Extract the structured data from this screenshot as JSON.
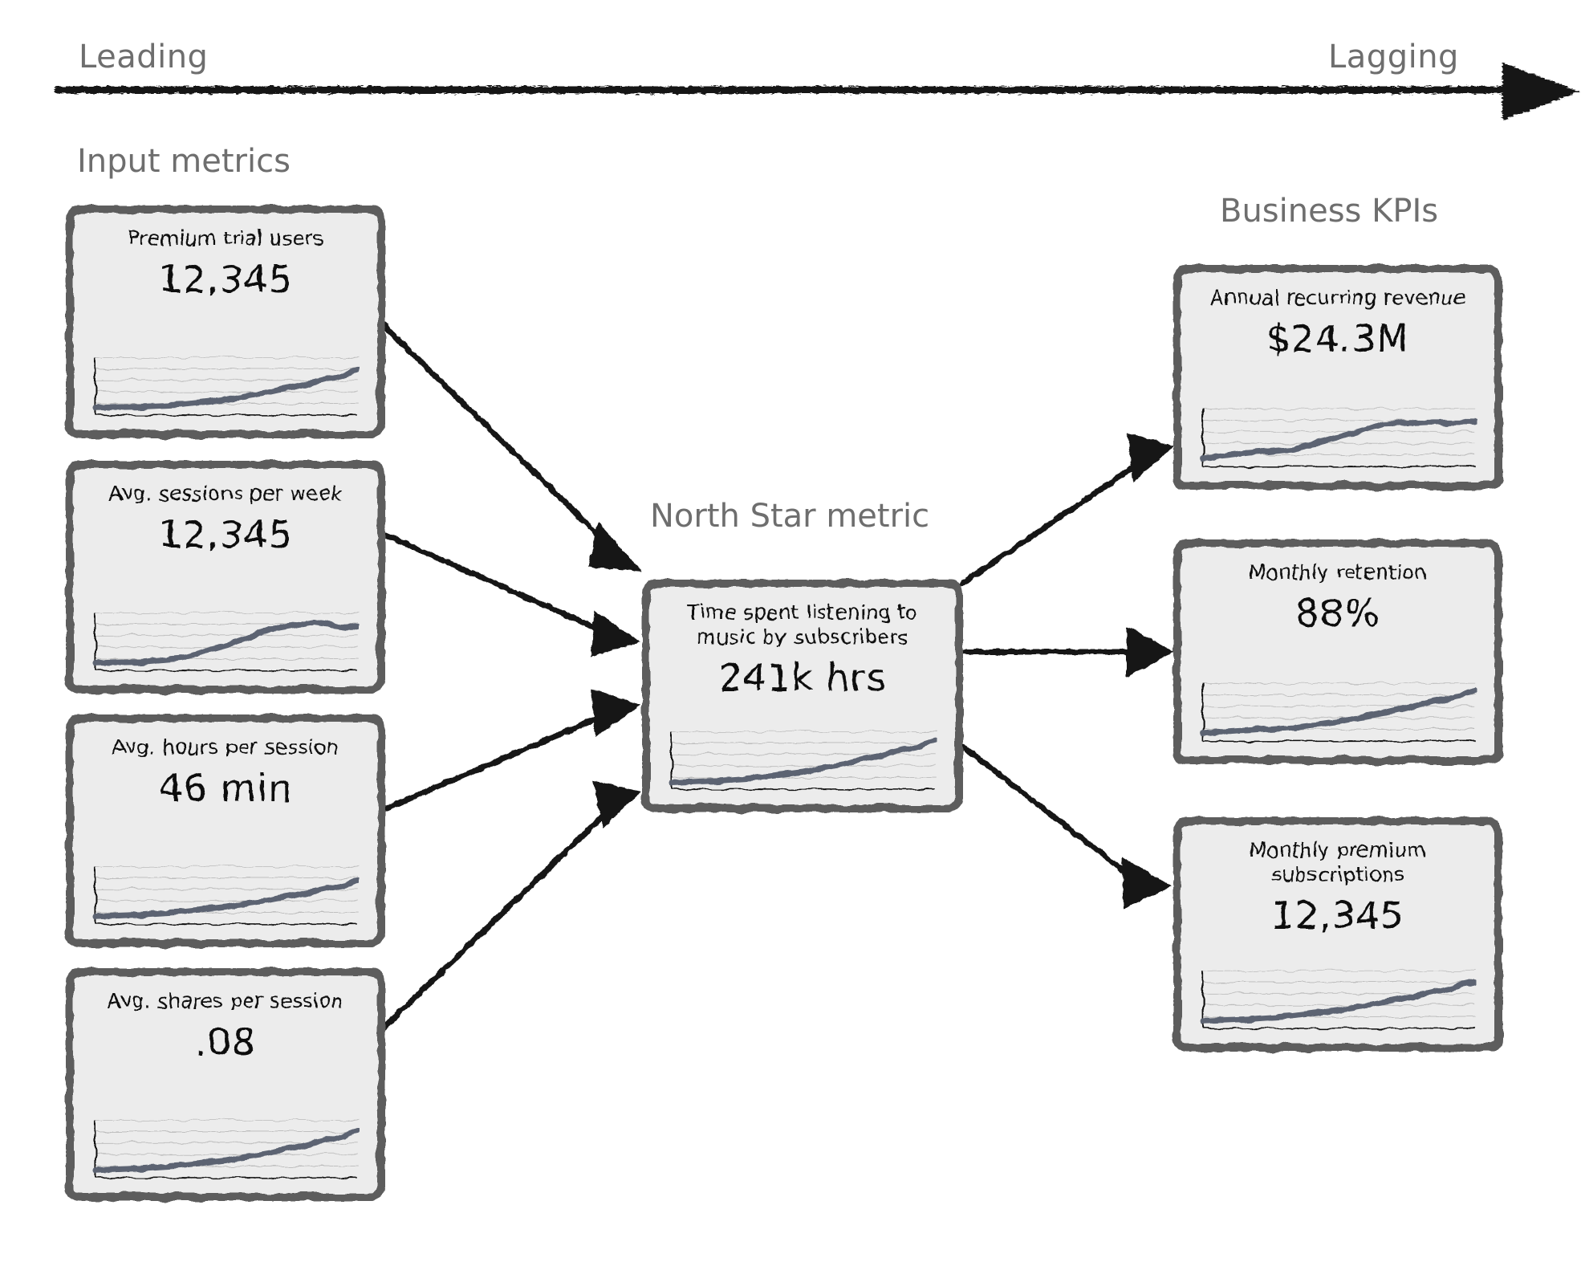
{
  "axis": {
    "leading_label": "Leading",
    "lagging_label": "Lagging",
    "arrow_icon": "arrow-right-icon"
  },
  "headings": {
    "input_metrics": "Input metrics",
    "north_star": "North Star metric",
    "business_kpis": "Business KPIs"
  },
  "colors": {
    "card_border": "#5d5d5d",
    "card_fill": "#ececec",
    "spark_line": "#5b6472",
    "heading_text": "#6e6e6e",
    "body_text": "#111111",
    "arrow": "#141414",
    "gridline": "#b9b9b9",
    "background": "#ffffff"
  },
  "input_metrics": [
    {
      "title": "Premium trial users",
      "value": "12,345",
      "chart_data": {
        "type": "line",
        "x": [
          0,
          1,
          2,
          3,
          4,
          5,
          6
        ],
        "values": [
          8,
          9,
          11,
          16,
          24,
          34,
          46
        ],
        "ylim": [
          0,
          60
        ],
        "grid": true
      }
    },
    {
      "title": "Avg. sessions per week",
      "value": "12,345",
      "chart_data": {
        "type": "line",
        "x": [
          0,
          1,
          2,
          3,
          4,
          5,
          6
        ],
        "values": [
          8,
          9,
          13,
          26,
          42,
          50,
          44
        ],
        "ylim": [
          0,
          60
        ],
        "grid": true
      }
    },
    {
      "title": "Avg. hours per session",
      "value": "46 min",
      "chart_data": {
        "type": "line",
        "x": [
          0,
          1,
          2,
          3,
          4,
          5,
          6
        ],
        "values": [
          8,
          10,
          13,
          18,
          25,
          34,
          44
        ],
        "ylim": [
          0,
          60
        ],
        "grid": true
      }
    },
    {
      "title": "Avg. shares per session",
      "value": ".08",
      "chart_data": {
        "type": "line",
        "x": [
          0,
          1,
          2,
          3,
          4,
          5,
          6
        ],
        "values": [
          8,
          10,
          13,
          18,
          26,
          36,
          48
        ],
        "ylim": [
          0,
          60
        ],
        "grid": true
      }
    }
  ],
  "north_star_metric": {
    "title": "Time spent listening to\nmusic by subscribers",
    "value": "241k hrs",
    "chart_data": {
      "type": "line",
      "x": [
        0,
        1,
        2,
        3,
        4,
        5,
        6
      ],
      "values": [
        7,
        9,
        12,
        18,
        27,
        38,
        50
      ],
      "ylim": [
        0,
        60
      ],
      "grid": true
    }
  },
  "business_kpis": [
    {
      "title": "Annual recurring revenue",
      "value": "$24.3M",
      "chart_data": {
        "type": "line",
        "x": [
          0,
          1,
          2,
          3,
          4,
          5,
          6
        ],
        "values": [
          8,
          14,
          18,
          30,
          44,
          46,
          46
        ],
        "ylim": [
          0,
          60
        ],
        "grid": true
      }
    },
    {
      "title": "Monthly retention",
      "value": "88%",
      "chart_data": {
        "type": "line",
        "x": [
          0,
          1,
          2,
          3,
          4,
          5,
          6
        ],
        "values": [
          8,
          11,
          14,
          20,
          29,
          40,
          52
        ],
        "ylim": [
          0,
          60
        ],
        "grid": true
      }
    },
    {
      "title": "Monthly premium\nsubscriptions",
      "value": "12,345",
      "chart_data": {
        "type": "line",
        "x": [
          0,
          1,
          2,
          3,
          4,
          5,
          6
        ],
        "values": [
          8,
          10,
          13,
          19,
          27,
          37,
          48
        ],
        "ylim": [
          0,
          60
        ],
        "grid": true
      }
    }
  ],
  "connections": [
    {
      "from": "Premium trial users",
      "to": "North Star metric"
    },
    {
      "from": "Avg. sessions per week",
      "to": "North Star metric"
    },
    {
      "from": "Avg. hours per session",
      "to": "North Star metric"
    },
    {
      "from": "Avg. shares per session",
      "to": "North Star metric"
    },
    {
      "from": "North Star metric",
      "to": "Annual recurring revenue"
    },
    {
      "from": "North Star metric",
      "to": "Monthly retention"
    },
    {
      "from": "North Star metric",
      "to": "Monthly premium subscriptions"
    }
  ]
}
